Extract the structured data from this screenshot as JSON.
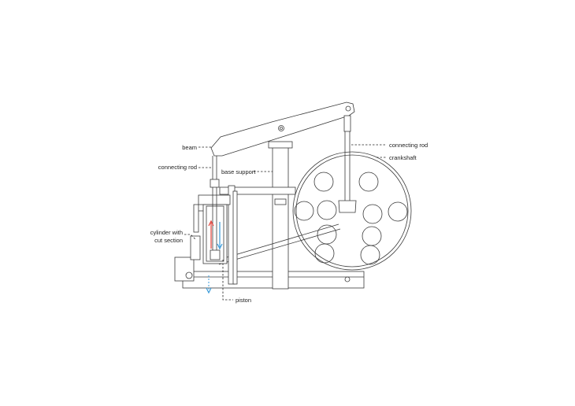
{
  "labels": {
    "beam": "beam",
    "connecting_rod_left": "connecting rod",
    "base_support": "base support",
    "cylinder_line1": "cylinder with",
    "cylinder_line2": "cut section",
    "piston": "piston",
    "connecting_rod_right": "connecting rod",
    "crankshaft": "crankshaft"
  },
  "colors": {
    "line": "#3a3a3a",
    "steam_in": "#e2413a",
    "steam_out": "#3a9ad9"
  }
}
